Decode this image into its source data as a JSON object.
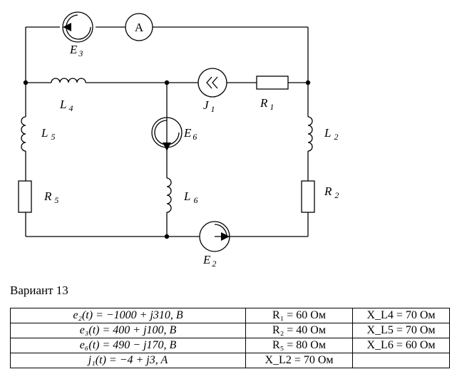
{
  "circuit": {
    "labels": {
      "ammeter": "A",
      "E3": {
        "main": "E",
        "sub": "3"
      },
      "L4": {
        "main": "L",
        "sub": "4"
      },
      "J1": {
        "main": "J",
        "sub": "1"
      },
      "R1": {
        "main": "R",
        "sub": "1"
      },
      "L5": {
        "main": "L",
        "sub": "5"
      },
      "E6": {
        "main": "E",
        "sub": "6"
      },
      "L2": {
        "main": "L",
        "sub": "2"
      },
      "R5": {
        "main": "R",
        "sub": "5"
      },
      "L6": {
        "main": "L",
        "sub": "6"
      },
      "R2": {
        "main": "R",
        "sub": "2"
      },
      "E2": {
        "main": "E",
        "sub": "2"
      }
    }
  },
  "variant_label": "Вариант 13",
  "table": {
    "rows": [
      [
        "e₂(t) = −1000 + j310, B",
        "R₁ = 60 Ом",
        "X_L4 = 70 Ом"
      ],
      [
        "e₃(t) = 400 + j100, B",
        "R₂ = 40 Ом",
        "X_L5 = 70 Ом"
      ],
      [
        "e₆(t) = 490 − j170, B",
        "R₅ = 80 Ом",
        "X_L6 = 60 Ом"
      ],
      [
        "j₁(t) = −4 + j3, A",
        "X_L2 = 70 Ом",
        ""
      ]
    ]
  }
}
